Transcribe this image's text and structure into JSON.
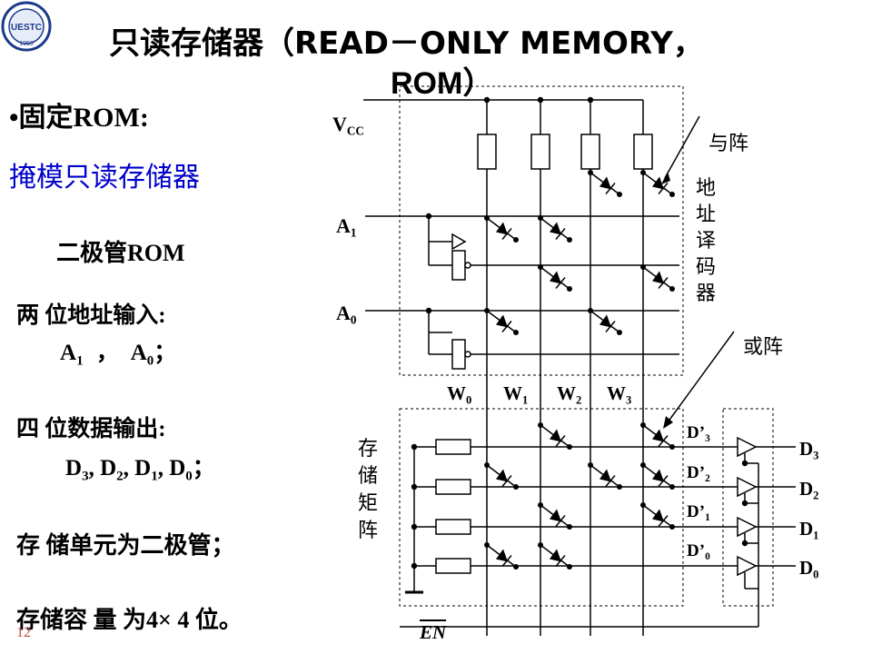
{
  "title": {
    "line1": "只读存储器（READ－ONLY MEMORY，",
    "line2": "ROM）"
  },
  "logo": {
    "text": "UESTC",
    "year": "1956"
  },
  "left": {
    "heading": "•固定ROM:",
    "subtitle": "掩模只读存储器",
    "diode_rom": "二极管ROM",
    "addr_input": "两 位地址输入:",
    "addr_list": {
      "a1": "A",
      "a1_sub": "1",
      "sep": "，",
      "a0": "A",
      "a0_sub": "0",
      "end": "；"
    },
    "data_output": "四 位数据输出:",
    "data_list": {
      "items": [
        {
          "base": "D",
          "sub": "3",
          "sep": ","
        },
        {
          "base": "D",
          "sub": "2",
          "sep": ","
        },
        {
          "base": "D",
          "sub": "1",
          "sep": ","
        },
        {
          "base": "D",
          "sub": "0",
          "sep": "；"
        }
      ]
    },
    "cell_note": "存 储单元为二极管；",
    "capacity": "存储容 量 为4× 4 位。"
  },
  "page_number": "12",
  "circuit": {
    "vcc": {
      "base": "V",
      "sub": "CC"
    },
    "a1": {
      "base": "A",
      "sub": "1"
    },
    "a0": {
      "base": "A",
      "sub": "0"
    },
    "and_array": "与阵",
    "decoder": [
      "地",
      "址",
      "译",
      "码",
      "器"
    ],
    "or_array": "或阵",
    "storage_matrix": [
      "存",
      "储",
      "矩",
      "阵"
    ],
    "word_lines": [
      {
        "base": "W",
        "sub": "0"
      },
      {
        "base": "W",
        "sub": "1"
      },
      {
        "base": "W",
        "sub": "2"
      },
      {
        "base": "W",
        "sub": "3"
      }
    ],
    "internal_outputs": [
      {
        "base": "D’",
        "sub": "3"
      },
      {
        "base": "D’",
        "sub": "2"
      },
      {
        "base": "D’",
        "sub": "1"
      },
      {
        "base": "D’",
        "sub": "0"
      }
    ],
    "outputs": [
      {
        "base": "D",
        "sub": "3"
      },
      {
        "base": "D",
        "sub": "2"
      },
      {
        "base": "D",
        "sub": "1"
      },
      {
        "base": "D",
        "sub": "0"
      }
    ],
    "enable": "EN"
  }
}
